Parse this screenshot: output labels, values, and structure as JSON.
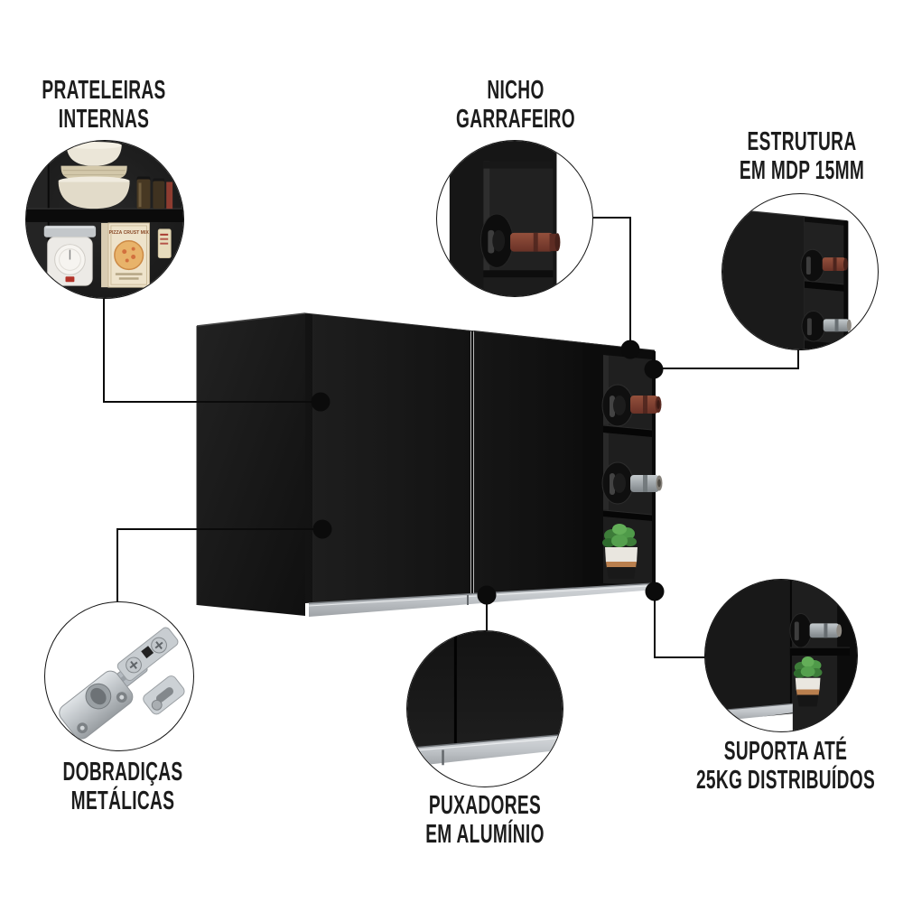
{
  "callouts": {
    "shelves": {
      "line1": "PRATELEIRAS",
      "line2": "INTERNAS"
    },
    "niche": {
      "line1": "NICHO",
      "line2": "GARRAFEIRO"
    },
    "structure": {
      "line1": "ESTRUTURA",
      "line2": "EM MDP 15MM"
    },
    "hinges": {
      "line1": "DOBRADIÇAS",
      "line2": "METÁLICAS"
    },
    "handles": {
      "line1": "PUXADORES",
      "line2": "EM ALUMÍNIO"
    },
    "capacity": {
      "line1": "SUPORTA ATÉ",
      "line2": "25KG DISTRIBUÍDOS"
    }
  },
  "details": {
    "pizza_box_text": "PIZZA CRUST MIX"
  },
  "colors": {
    "background": "#ffffff",
    "cabinet_black": "#161616",
    "text": "#1c1c1c",
    "connector": "#0b0b0b",
    "aluminum": "#c7cbcf",
    "wine_neck_red": "#84412f",
    "wine_neck_silver": "#a9afb3",
    "plant_green": "#4f9a49",
    "pot_gold": "#b97f4e"
  }
}
